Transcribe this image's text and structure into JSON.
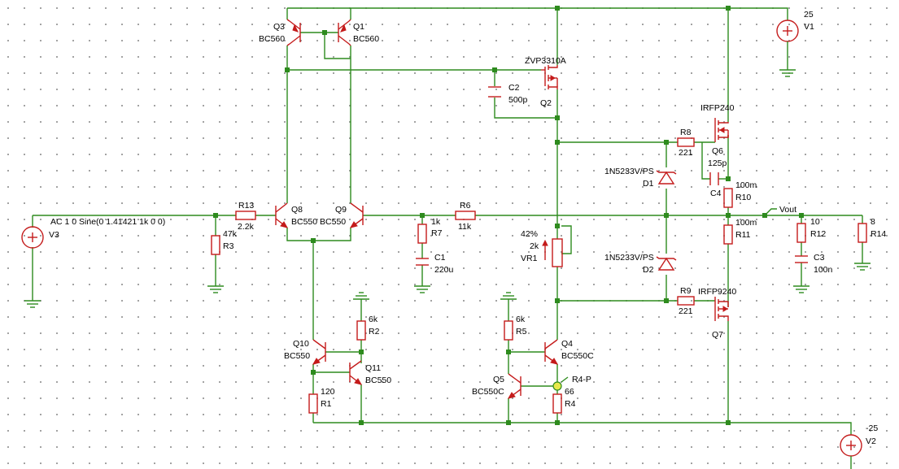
{
  "colors": {
    "wire": "#2e8b1e",
    "component": "#c41b1b",
    "text": "#000000",
    "grid": "#8c8c8c"
  },
  "labels": {
    "q3": "Q3",
    "q3_type": "BC560",
    "q1": "Q1",
    "q1_type": "BC560",
    "q2_type": "ZVP3310A",
    "q2": "Q2",
    "c2": "C2",
    "c2_val": "500p",
    "v1_val": "25",
    "v1": "V1",
    "q6_type": "IRFP240",
    "q6": "Q6",
    "c4_val": "125p",
    "c4": "C4",
    "r8": "R8",
    "r8_val": "221",
    "d1_type": "1N5233V/PS",
    "d1": "D1",
    "r10_val": "100m",
    "r10": "R10",
    "vout": "Vout",
    "r11_val": "100m",
    "r11": "R11",
    "r12_val": "10",
    "r12": "R12",
    "r14_val": "8",
    "r14": "R14",
    "c3": "C3",
    "c3_val": "100n",
    "source": "AC 1 0 Sine(0 1.41421 1k 0 0)",
    "v3": "V3",
    "r13": "R13",
    "r13_val": "2.2k",
    "r3_val": "47k",
    "r3": "R3",
    "q8": "Q8",
    "q9": "Q9",
    "q89_type": "BC550 BC550",
    "r7_val": "1k",
    "r7": "R7",
    "c1": "C1",
    "c1_val": "220u",
    "r6": "R6",
    "r6_val": "11k",
    "vr1_pct": "42%",
    "vr1_val": "2k",
    "vr1": "VR1",
    "d2_type": "1N5233V/PS",
    "d2": "D2",
    "r9": "R9",
    "r9_val": "221",
    "q7_type": "IRFP9240",
    "q7": "Q7",
    "r2_val": "6k",
    "r2": "R2",
    "q10": "Q10",
    "q10_type": "BC550",
    "q11": "Q11",
    "q11_type": "BC550",
    "r1_val": "120",
    "r1": "R1",
    "r5_val": "6k",
    "r5": "R5",
    "q4": "Q4",
    "q4_type": "BC550C",
    "q5": "Q5",
    "q5_type": "BC550C",
    "r4_probe": "R4-P",
    "r4_val": "66",
    "r4": "R4",
    "v2_val": "-25",
    "v2": "V2"
  }
}
